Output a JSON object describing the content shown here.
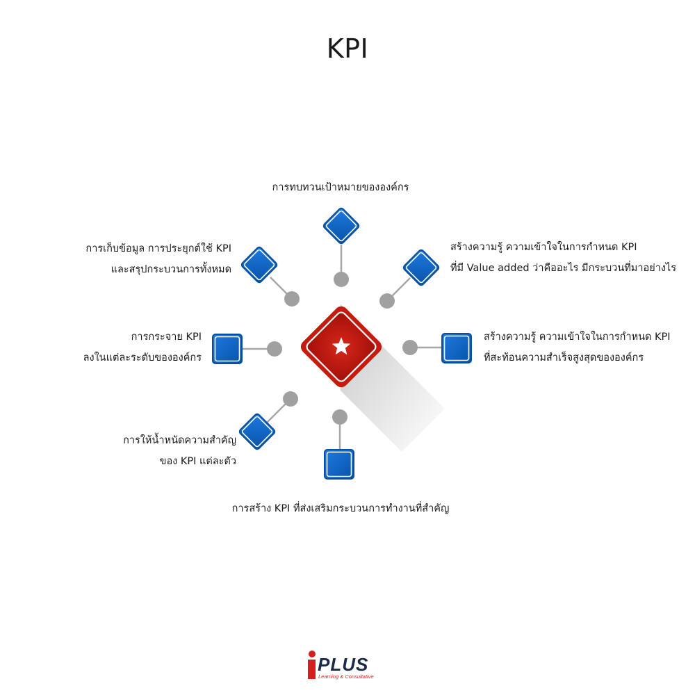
{
  "title": "KPI",
  "center": {
    "icon": "star-icon",
    "color": "#cc1f14"
  },
  "node_color": "#0b63c6",
  "items": [
    {
      "id": "top",
      "lines": [
        "การทบทวนเป้าหมายขององค์กร"
      ]
    },
    {
      "id": "top-right",
      "lines": [
        "สร้างความรู้ ความเข้าใจในการกำหนด KPI",
        "ที่มี Value added ว่าคืออะไร มีกระบวนที่มาอย่างไร"
      ]
    },
    {
      "id": "right",
      "lines": [
        "สร้างความรู้ ความเข้าใจในการกำหนด KPI",
        "ที่สะท้อนความสำเร็จสูงสุดขององค์กร"
      ]
    },
    {
      "id": "bottom",
      "lines": [
        "การสร้าง KPI ที่ส่งเสริมกระบวนการทำงานที่สำคัญ"
      ]
    },
    {
      "id": "bottom-left",
      "lines": [
        "การให้น้ำหนัดความสำคัญ",
        "ของ KPI แต่ละตัว"
      ]
    },
    {
      "id": "left",
      "lines": [
        "การกระจาย KPI",
        "ลงในแต่ละระดับขององค์กร"
      ]
    },
    {
      "id": "top-left",
      "lines": [
        "การเก็บข้อมูล การประยุกต์ใช้ KPI",
        "และสรุปกระบวนการทั้งหมด"
      ]
    }
  ],
  "logo": {
    "brand": "iPLUS",
    "tagline": "Learning & Consultative"
  }
}
